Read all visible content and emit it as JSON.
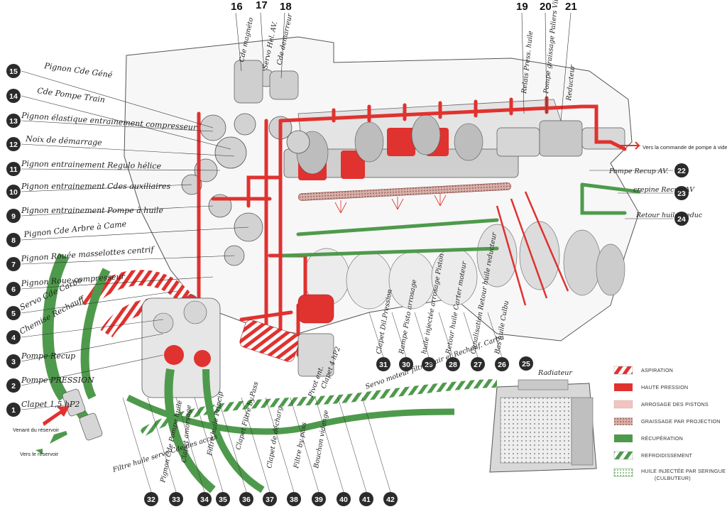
{
  "colors": {
    "pressure_red": "#e0322f",
    "recovery_green": "#4e9a4c",
    "cooling_green": "#8fc98b",
    "badge_dark": "#2b2b2b",
    "projection_brown": "#b77b73",
    "pistons_pink": "#f2c4bf"
  },
  "top_numbers": [
    {
      "id": "16",
      "label": "Cde magnéto"
    },
    {
      "id": "17",
      "label": "Servo Hel. AV."
    },
    {
      "id": "18",
      "label": "Cde demarreur"
    },
    {
      "id": "19",
      "label": "Relais Press. huile"
    },
    {
      "id": "20",
      "label": "Pompe graissage Paliers Vilebrequin"
    },
    {
      "id": "21",
      "label": "Reducteur"
    }
  ],
  "left_callouts": [
    {
      "id": "15",
      "label": "Pignon Cde Géné"
    },
    {
      "id": "14",
      "label": "Cde Pompe Train"
    },
    {
      "id": "13",
      "label": "Pignon élastique entrainement compresseur"
    },
    {
      "id": "12",
      "label": "Noix de démarrage"
    },
    {
      "id": "11",
      "label": "Pignon entrainement Regulo hélice"
    },
    {
      "id": "10",
      "label": "Pignon entrainement Cdes auxiliaires"
    },
    {
      "id": "9",
      "label": "Pignon entrainement Pompe à huile"
    },
    {
      "id": "8",
      "label": "Pignon Cde Arbre à Came"
    },
    {
      "id": "7",
      "label": "Pignon Rouée masselottes centrif"
    },
    {
      "id": "6",
      "label": "Pignon Roue compresseur"
    },
    {
      "id": "5",
      "label": "Servo Cde Carbo"
    },
    {
      "id": "4",
      "label": "Chemise Rechauff"
    },
    {
      "id": "3",
      "label": "Pompe Recup"
    },
    {
      "id": "2",
      "label": "Pompe PRESSION"
    },
    {
      "id": "1",
      "label": "Clapet 1,5 hP2"
    }
  ],
  "right_callouts": [
    {
      "id": "22",
      "label": "Pompe Recup AV."
    },
    {
      "id": "23",
      "label": "crepine Recup AV"
    },
    {
      "id": "24",
      "label": "Retour huile Reduc"
    }
  ],
  "vacuum_note": "Vers la commande de pompe à vide",
  "bottom_row": [
    {
      "id": "31",
      "label": "Clapet Dil.Pression"
    },
    {
      "id": "30",
      "label": "Rampe Pisto arrosage"
    },
    {
      "id": "29",
      "label": "huile injectée arrosage Piston"
    },
    {
      "id": "28",
      "label": "Retour huile Carter moteur"
    },
    {
      "id": "27",
      "label": "Canalisation Retour huile reducteur"
    },
    {
      "id": "26",
      "label": "Bas huile Culbu"
    },
    {
      "id": "25",
      "label": "Radiateur"
    }
  ],
  "bottom_callouts": [
    {
      "id": "42",
      "label": "Servo moteur filtre à air et Rechauf. Carbu"
    },
    {
      "id": "41",
      "label": "Clapet 4 hP2"
    },
    {
      "id": "40",
      "label": "Pivot ent."
    },
    {
      "id": "39",
      "label": "Bouchon vidange"
    },
    {
      "id": "38",
      "label": "Filtre by pass"
    },
    {
      "id": "37",
      "label": "Clapet de décharg"
    },
    {
      "id": "36",
      "label": "Clapet Filtre by.Pass"
    },
    {
      "id": "35",
      "label": "Filtre huile Princip"
    },
    {
      "id": "34",
      "label": "Clapet amorsage"
    },
    {
      "id": "33",
      "label": "Pignon Cde Pompe huile"
    },
    {
      "id": "32",
      "label": "Filtre huile servo Cde des accès"
    }
  ],
  "reservoir": {
    "from_label": "Venant du réservoir",
    "to_label": "Vers le réservoir"
  },
  "legend": [
    {
      "key": "aspiration",
      "label": "ASPIRATION"
    },
    {
      "key": "haute_pression",
      "label": "HAUTE PRESSION"
    },
    {
      "key": "arrosage",
      "label": "ARROSAGE DES PISTONS"
    },
    {
      "key": "graissage",
      "label": "GRAISSAGE PAR PROJECTION"
    },
    {
      "key": "recuperation",
      "label": "RÉCUPÉRATION"
    },
    {
      "key": "refroidissement",
      "label": "REFROIDISSEMENT"
    },
    {
      "key": "seringue",
      "label": "HUILE INJECTÉE PAR SERINGUE"
    },
    {
      "key": "seringue_sub",
      "label": "(CULBUTEUR)"
    }
  ]
}
